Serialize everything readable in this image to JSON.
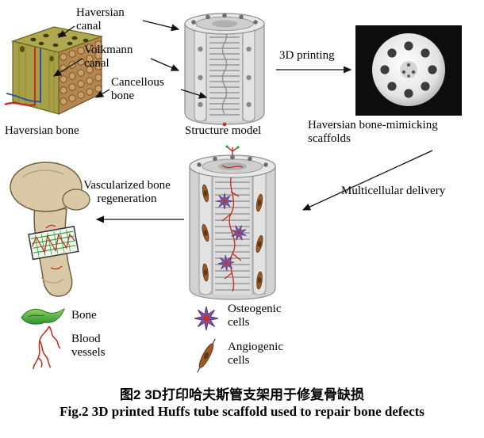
{
  "figure": {
    "callouts": {
      "haversian_canal": "Haversian canal",
      "volkmann_canal": "Volkmann canal",
      "cancellous_bone": "Cancellous bone"
    },
    "captions": {
      "haversian_bone": "Haversian bone",
      "structure_model": "Structure model",
      "scaffolds": "Haversian bone-mimicking scaffolds",
      "figure_zh": "图2 3D打印哈夫斯管支架用于修复骨缺损",
      "figure_en": "Fig.2 3D printed Huffs tube scaffold used to repair bone defects"
    },
    "process": {
      "printing": "3D printing",
      "delivery": "Multicellular delivery",
      "regeneration": "Vascularized bone regeneration"
    },
    "legend": {
      "bone": "Bone",
      "blood_vessels": "Blood vessels",
      "osteogenic_cells": "Osteogenic cells",
      "angiogenic_cells": "Angiogenic cells"
    },
    "colors": {
      "haversian_olive": "#a8a046",
      "cancellous_brown": "#b3874f",
      "scaffold_gray": "#cfcfcf",
      "bone_green": "#2e9e3a",
      "vessel_red": "#c13327",
      "vessel_blue": "#2b4fa0",
      "osteogenic_purple": "#7d5aa0",
      "angiogenic_brown": "#9a5b26"
    }
  }
}
